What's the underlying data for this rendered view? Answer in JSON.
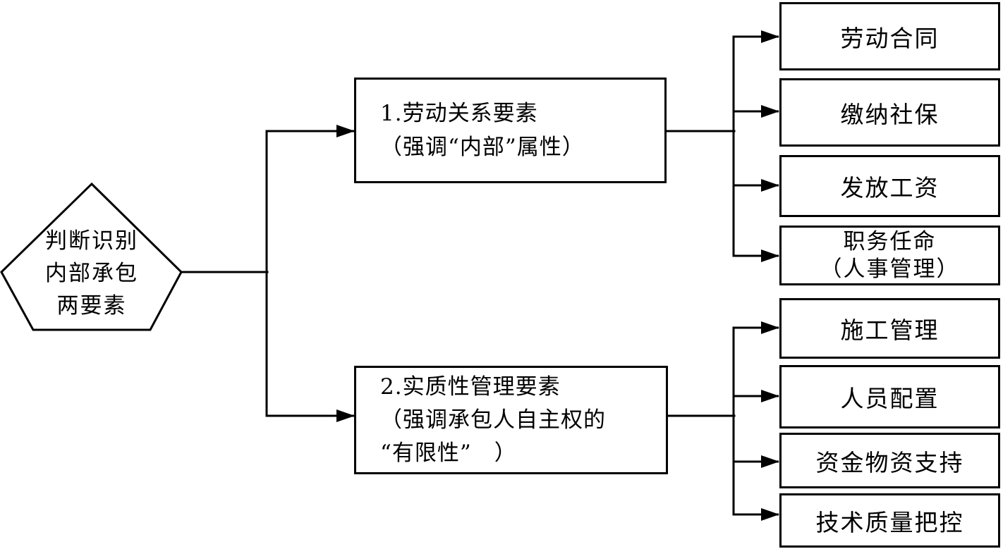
{
  "diagram": {
    "source": {
      "lines": [
        "判断识别",
        "内部承包",
        "两要素"
      ]
    },
    "factors": [
      {
        "lines": [
          "1.劳动关系要素",
          "（强调“内部”属性）"
        ]
      },
      {
        "lines": [
          "2.实质性管理要素",
          "（强调承包人自主权的",
          "“有限性”　）"
        ]
      }
    ],
    "outcomes": [
      {
        "lines": [
          "劳动合同"
        ]
      },
      {
        "lines": [
          "缴纳社保"
        ]
      },
      {
        "lines": [
          "发放工资"
        ]
      },
      {
        "lines": [
          "职务任命",
          "（人事管理）"
        ]
      },
      {
        "lines": [
          "施工管理"
        ]
      },
      {
        "lines": [
          "人员配置"
        ]
      },
      {
        "lines": [
          "资金物资支持"
        ]
      },
      {
        "lines": [
          "技术质量把控"
        ]
      }
    ],
    "colors": {
      "stroke": "#000000",
      "background": "#ffffff",
      "text": "#000000"
    }
  }
}
